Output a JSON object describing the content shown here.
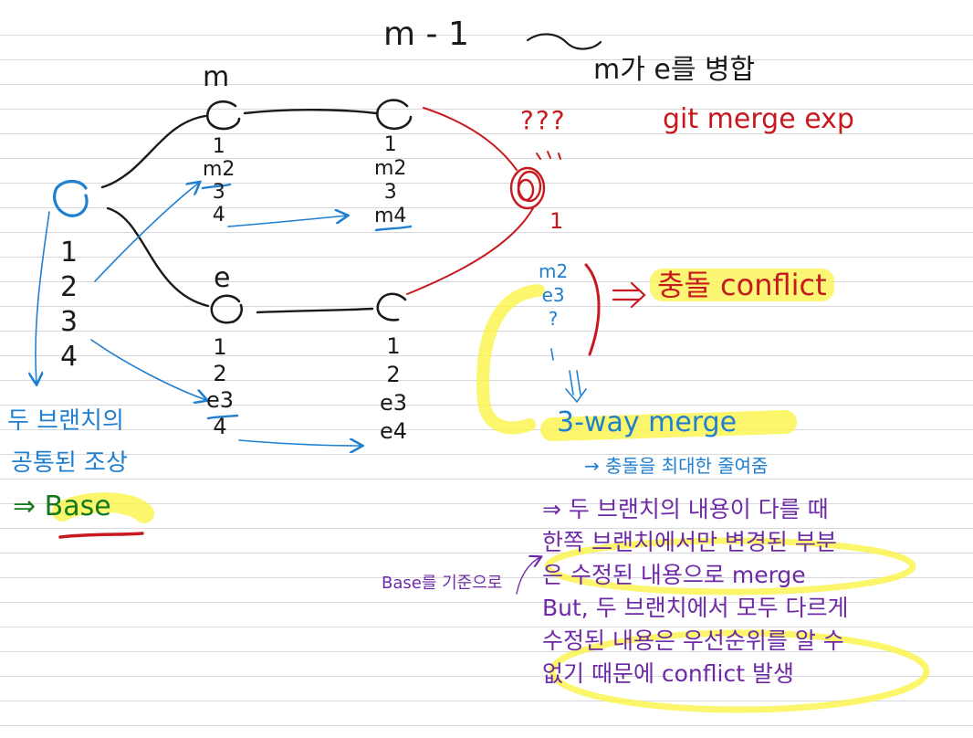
{
  "nodes": {
    "m_label": "m",
    "m1_label": "m - 1",
    "e_label": "e",
    "merge_marks": "???"
  },
  "commits": {
    "base": [
      "1",
      "2",
      "3",
      "4"
    ],
    "m": [
      "1",
      "m2",
      "3",
      "4"
    ],
    "m1": [
      "1",
      "m2",
      "3",
      "m4"
    ],
    "e": [
      "1",
      "2",
      "e3",
      "4"
    ],
    "e1": [
      "1",
      "2",
      "e3",
      "e4"
    ],
    "merged": [
      "1",
      "m2",
      "e3",
      "?"
    ]
  },
  "annotations": {
    "merge_title": "m가 e를 병합",
    "merge_command": "git merge exp",
    "conflict_label": "충돌 conflict",
    "three_way": "3-way merge",
    "three_way_sub": "→ 충돌을 최대한 줄여줌",
    "base_caption_line1": "두 브랜치의",
    "base_caption_line2": "공통된 조상",
    "base_caption_line3": "⇒ Base",
    "base_reference": "Base를 기준으로"
  },
  "explanation": [
    "⇒ 두 브랜치의 내용이 다를 때",
    "한쪽 브랜치에서만 변경된 부분",
    "은 수정된 내용으로 merge",
    "But, 두 브랜치에서 모두 다르게",
    "수정된 내용은 우선순위를 알 수",
    "없기 때문에 conflict 발생"
  ],
  "colors": {
    "ink": "#1a1a1a",
    "blue": "#1f7fd0",
    "red": "#c8191f",
    "purple": "#6e2aa6",
    "highlight": "#faf446",
    "underline_red": "#c8191f"
  }
}
